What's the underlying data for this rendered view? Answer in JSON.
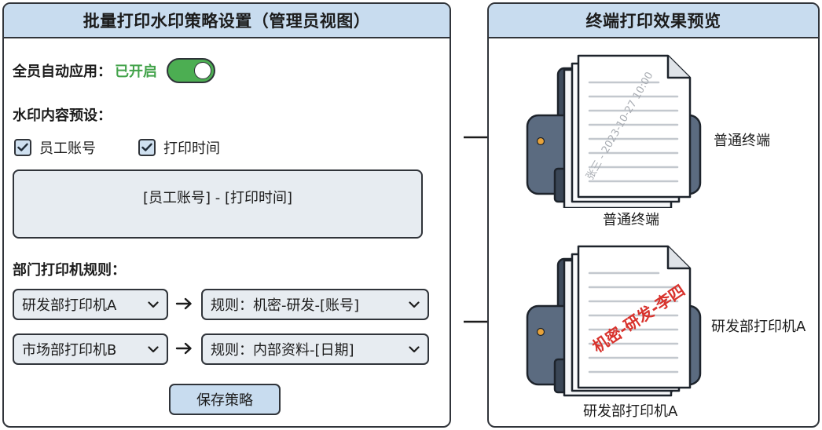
{
  "left_panel": {
    "title": "批量打印水印策略设置（管理员视图）",
    "auto_apply": {
      "label": "全员自动应用：",
      "status": "已开启",
      "enabled": true
    },
    "preset": {
      "label": "水印内容预设：",
      "options": [
        {
          "label": "员工账号",
          "checked": true
        },
        {
          "label": "打印时间",
          "checked": true
        }
      ],
      "preview": "[员工账号] - [打印时间]"
    },
    "rules": {
      "label": "部门打印机规则：",
      "items": [
        {
          "printer": "研发部打印机A",
          "rule": "规则：机密-研发-[账号]"
        },
        {
          "printer": "市场部打印机B",
          "rule": "规则：内部资料-[日期]"
        }
      ]
    },
    "save_label": "保存策略"
  },
  "right_panel": {
    "title": "终端打印效果预览",
    "previews": [
      {
        "side_label": "普通终端",
        "below_label": "普通终端",
        "watermark": "张三 - 2023-10-27 10:00"
      },
      {
        "side_label": "研发部打印机A",
        "below_label": "研发部打印机A",
        "watermark": "机密-研发-李四"
      }
    ]
  },
  "colors": {
    "header_bg": "#c8dcef",
    "toggle_on": "#4cae52",
    "status_green": "#43a34b",
    "field_bg": "#e7ecf1",
    "watermark_red": "#d8322c",
    "watermark_gray": "#a9adb3"
  },
  "icons": [
    "checkbox-checked-icon",
    "chevron-down-icon",
    "arrow-right-icon",
    "printer-icon"
  ]
}
